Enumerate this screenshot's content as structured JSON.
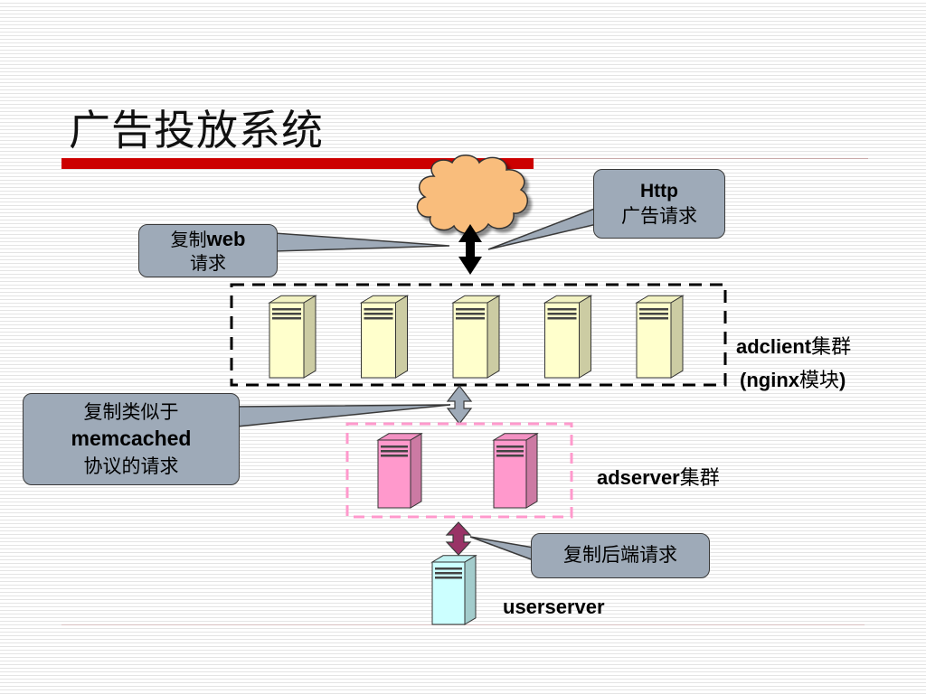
{
  "title": "广告投放系统",
  "callouts": {
    "http": {
      "line1": "Http",
      "line2": "广告请求"
    },
    "web": {
      "line1_prefix": "复制",
      "line1_bold": "web",
      "line2": "请求"
    },
    "memcached": {
      "line1": "复制类似于",
      "line2": "memcached",
      "line3": "协议的请求"
    },
    "backend": {
      "line1": "复制后端请求"
    }
  },
  "clusters": {
    "adclient": {
      "name": "adclient",
      "suffix": "集群",
      "sub_open": "(",
      "sub_name": "nginx",
      "sub_suffix": "模块",
      "sub_close": ")",
      "server_count": 5
    },
    "adserver": {
      "name": "adserver",
      "suffix": "集群",
      "server_count": 2
    },
    "userserver": {
      "name": "userserver",
      "server_count": 1
    }
  },
  "colors": {
    "cloud": "#f9bd7c",
    "adclient_server": "#ffffcc",
    "adserver_server": "#ff99cc",
    "userserver_server": "#ccffff",
    "callout_bg": "#9eaab8",
    "title_bar": "#cc0000",
    "adserver_border": "#ff99cc",
    "arrow_mid": "#9eaab8",
    "arrow_low": "#993366"
  },
  "icons": [
    "cloud-icon",
    "server-icon",
    "double-arrow-icon"
  ]
}
